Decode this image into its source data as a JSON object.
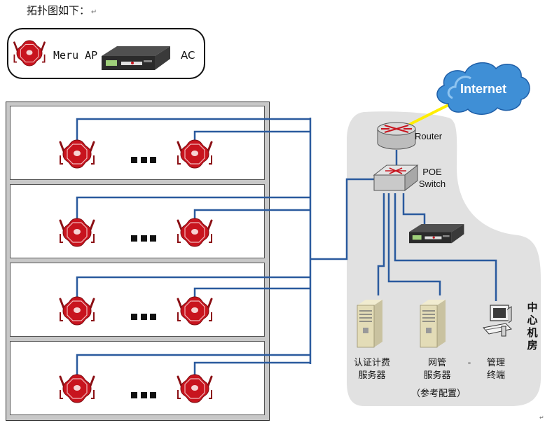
{
  "title": "拓扑图如下：",
  "title_mark": "↵",
  "legend": {
    "ap_label": "Meru AP",
    "ac_label": "AC"
  },
  "internet_label": "Internet",
  "router_label": "Router",
  "switch_label": [
    "POE",
    "Switch"
  ],
  "server1_label": [
    "认证计费",
    "服务器"
  ],
  "server2_label": [
    "网管",
    "服务器"
  ],
  "terminal_label": [
    "管理",
    "终端"
  ],
  "dash": "-",
  "room_label": [
    "中",
    "心",
    "机",
    "房"
  ],
  "note": "（参考配置）",
  "corner_mark": "↵",
  "colors": {
    "link": "#2a5a9e",
    "internet_link": "#ffee00",
    "ap_red": "#c8141e",
    "cloud": "#3f8fd6",
    "room_bg": "#e1e1e1"
  },
  "icons": [
    "meru-ap-icon",
    "ac-controller-icon",
    "internet-cloud-icon",
    "router-icon",
    "poe-switch-icon",
    "server-icon",
    "workstation-icon"
  ]
}
